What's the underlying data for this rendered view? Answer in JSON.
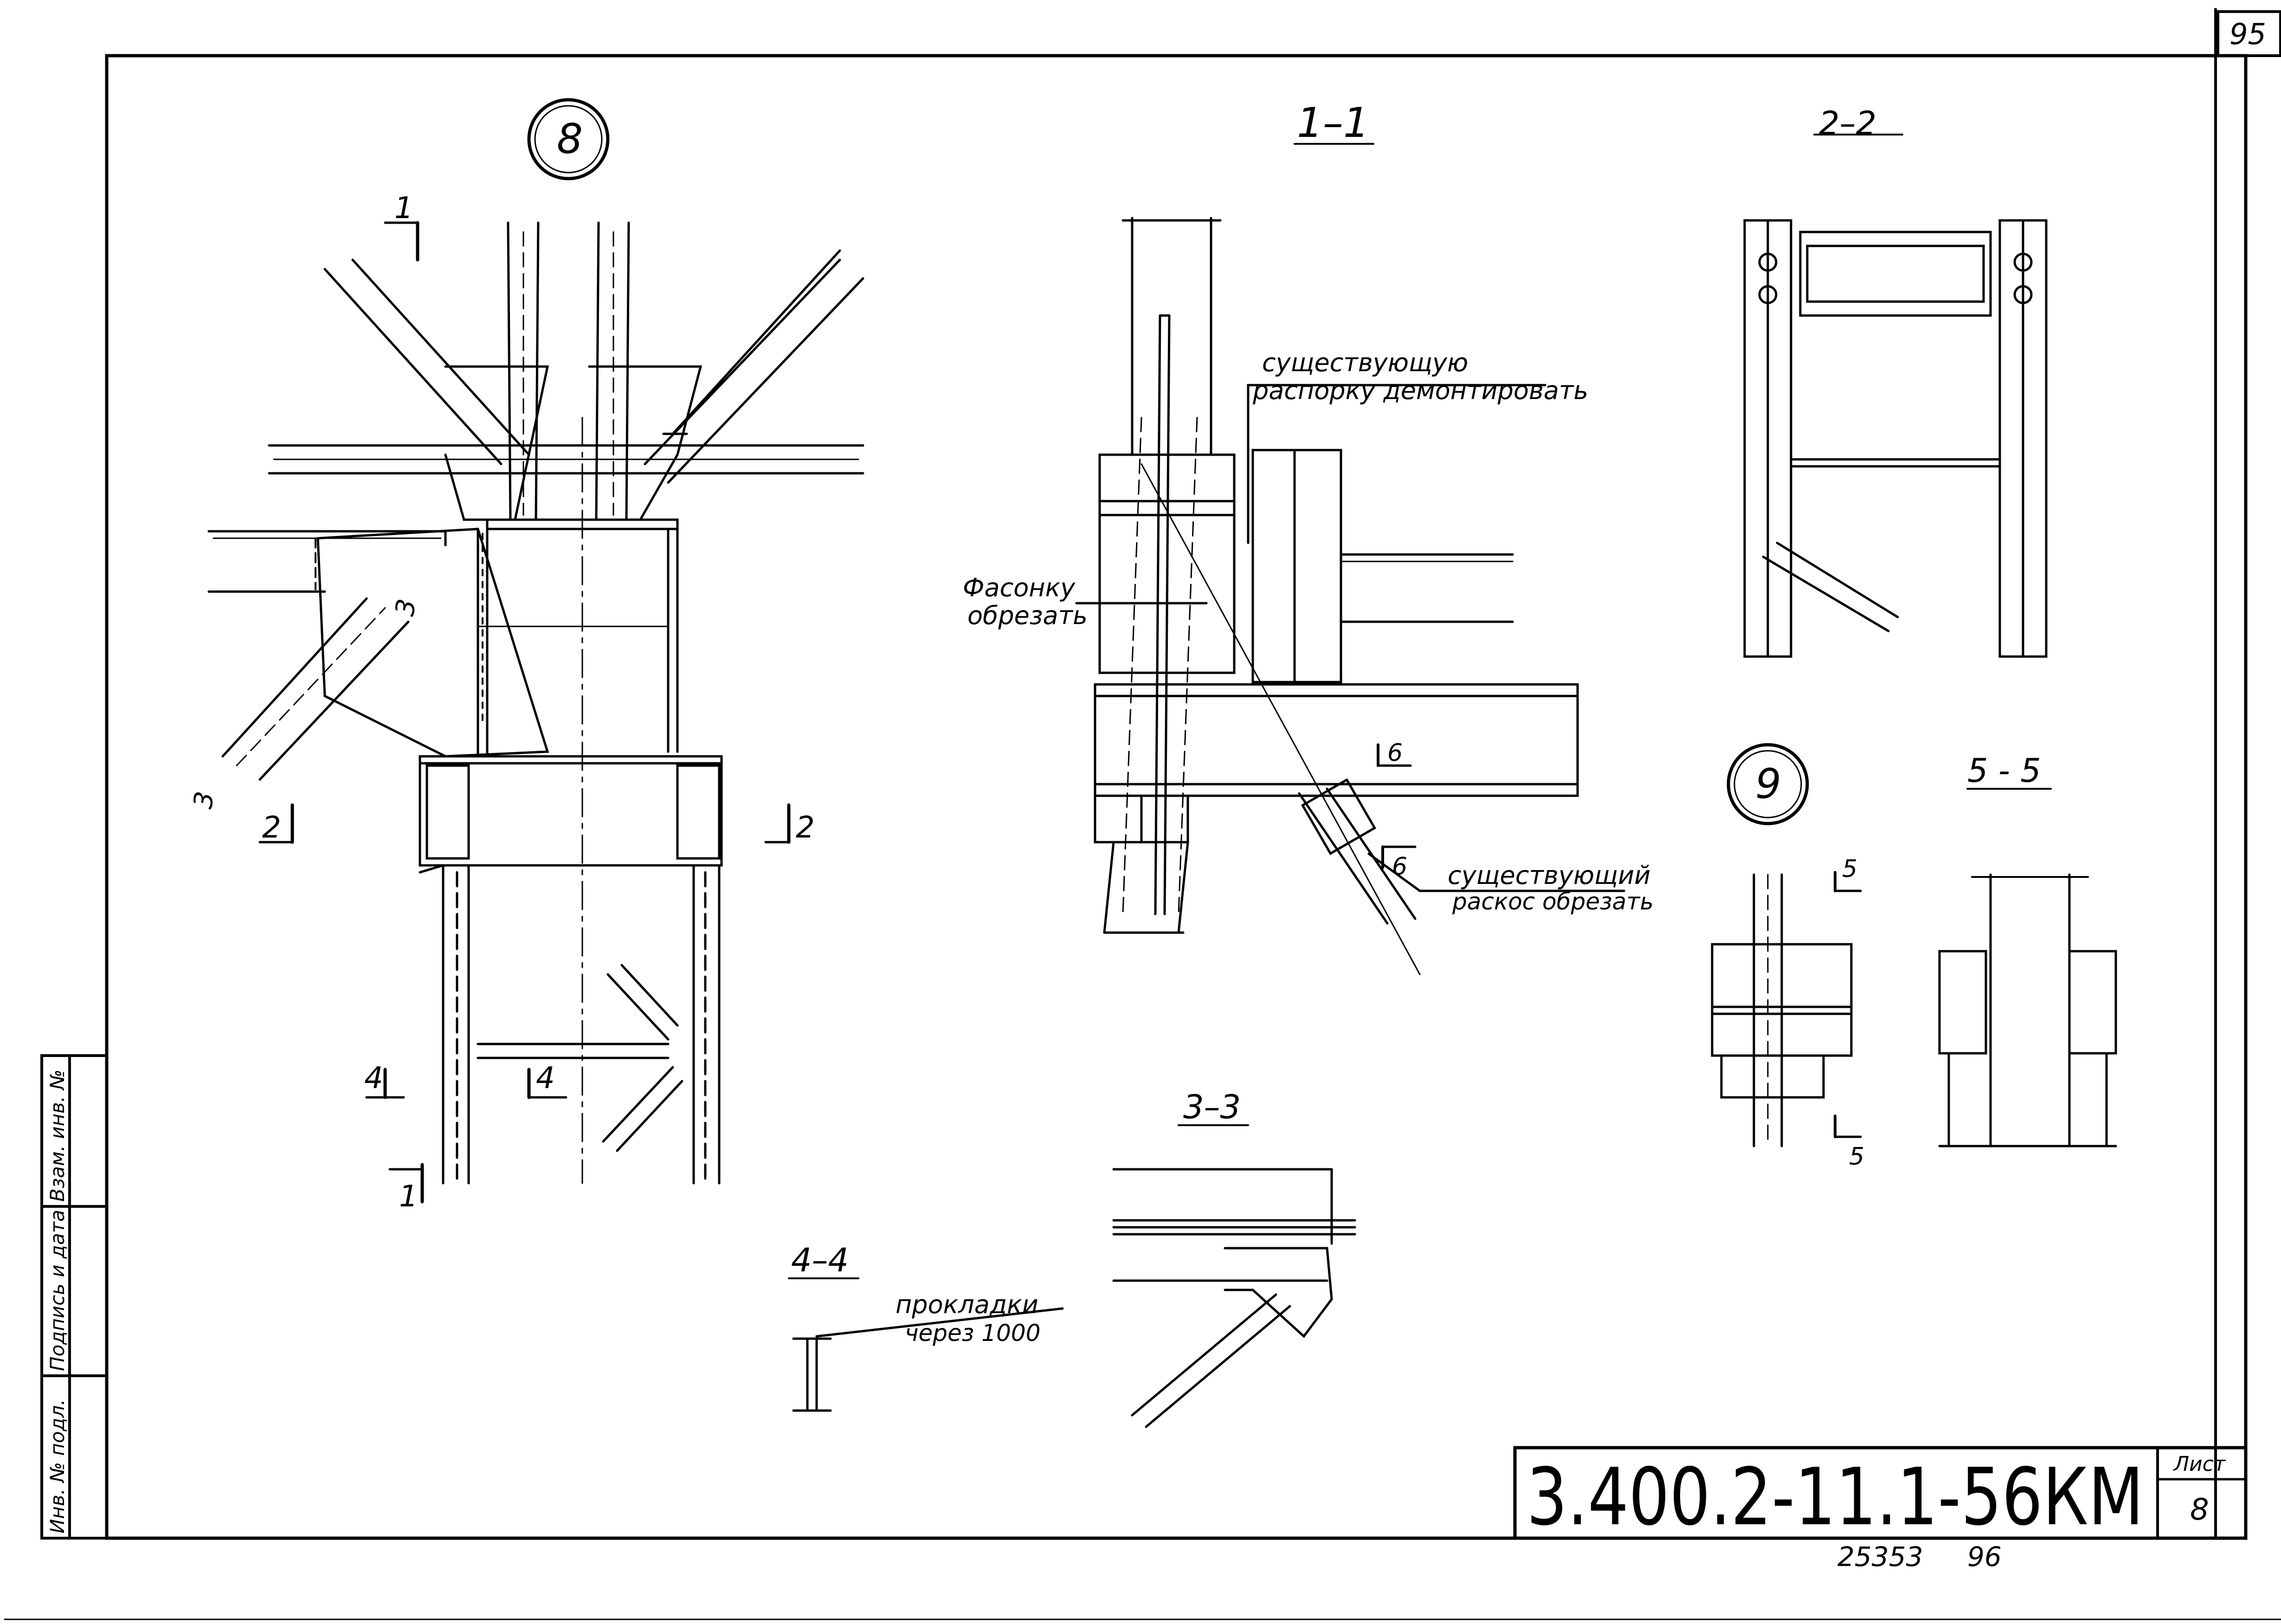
{
  "sheet": {
    "corner_page": "95",
    "sheet_label": "Лист",
    "sheet_no": "8",
    "designation": "3.400.2-11.1-56КМ",
    "footer_no": "25353",
    "footer_extra": "96"
  },
  "side_stamp": {
    "col1": "Инв. № подл.",
    "col2": "Подпись и дата",
    "col3": "Взам. инв. №"
  },
  "views": {
    "node8": "8",
    "node9": "9",
    "s11": "1–1",
    "s22": "2–2",
    "s33": "3–3",
    "s44": "4–4",
    "s55": "5 - 5"
  },
  "marks": {
    "m1": "1",
    "m2": "2",
    "m3": "3",
    "m4": "4",
    "m5": "5",
    "m6": "6"
  },
  "notes": {
    "strut_a": "существующую",
    "strut_b": "распорку демонтировать",
    "gusset_a": "Фасонку",
    "gusset_b": "обрезать",
    "brace_a": "существующий",
    "brace_b": "раскос обрезать",
    "pad_a": "прокладки",
    "pad_b": "через 1000"
  }
}
